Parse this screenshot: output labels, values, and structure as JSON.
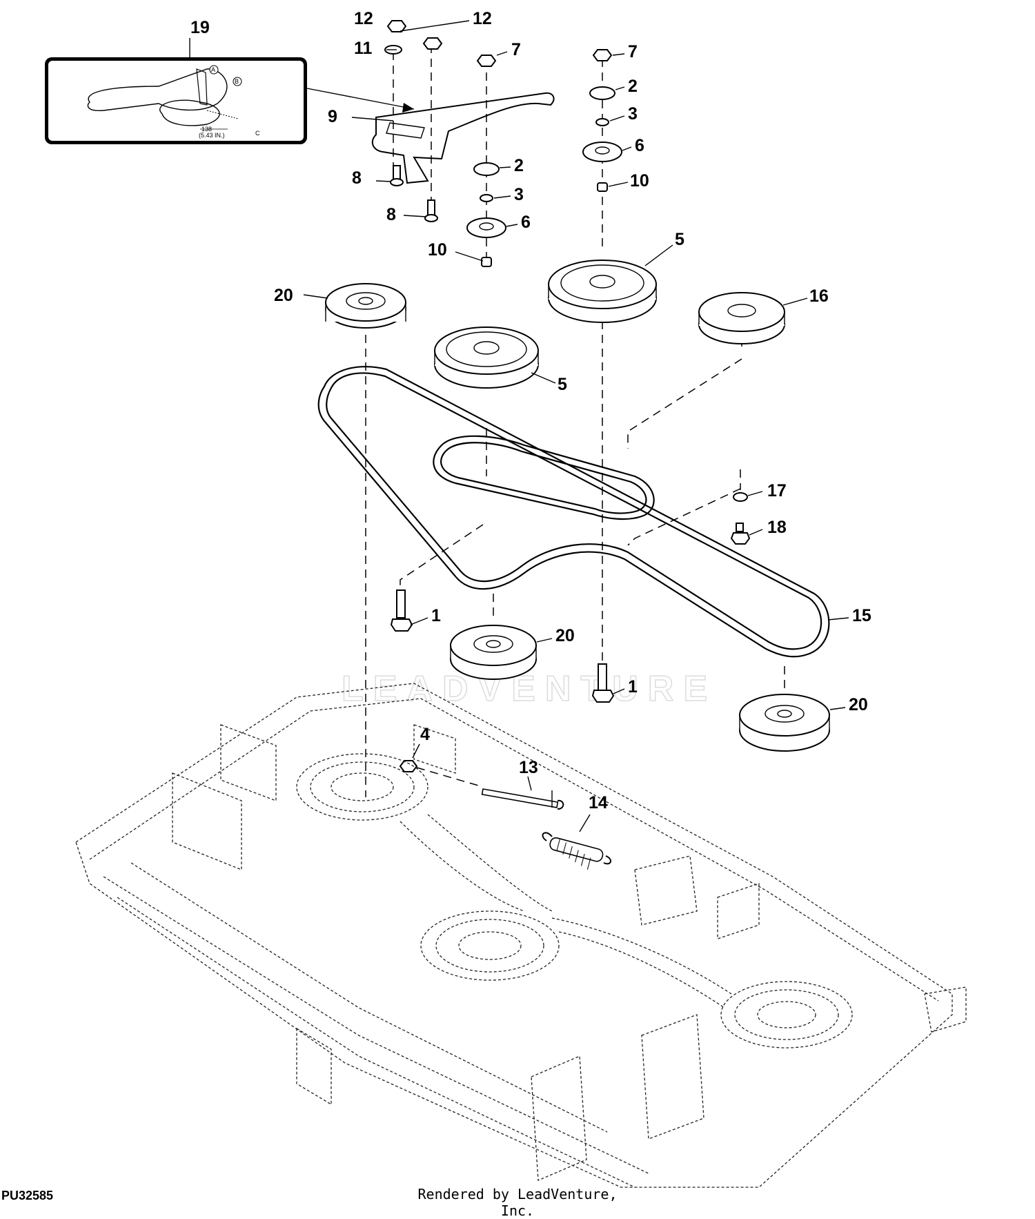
{
  "diagram": {
    "figure_id": "PU32585",
    "credit": "Rendered by LeadVenture, Inc.",
    "watermark": "LEADVENTURE",
    "inset": {
      "label_a": "A",
      "label_b": "B",
      "label_c": "C",
      "dimension": "138",
      "dimension_in": "(5.43 IN.)"
    },
    "callouts": {
      "c19": "19",
      "c12a": "12",
      "c12b": "12",
      "c11": "11",
      "c7a": "7",
      "c7b": "7",
      "c9": "9",
      "c2a": "2",
      "c2b": "2",
      "c3a": "3",
      "c3b": "3",
      "c6a": "6",
      "c6b": "6",
      "c10a": "10",
      "c10b": "10",
      "c8a": "8",
      "c8b": "8",
      "c5a": "5",
      "c5b": "5",
      "c20a": "20",
      "c20b": "20",
      "c20c": "20",
      "c16": "16",
      "c17": "17",
      "c18": "18",
      "c1a": "1",
      "c1b": "1",
      "c15": "15",
      "c4": "4",
      "c13": "13",
      "c14": "14"
    }
  }
}
